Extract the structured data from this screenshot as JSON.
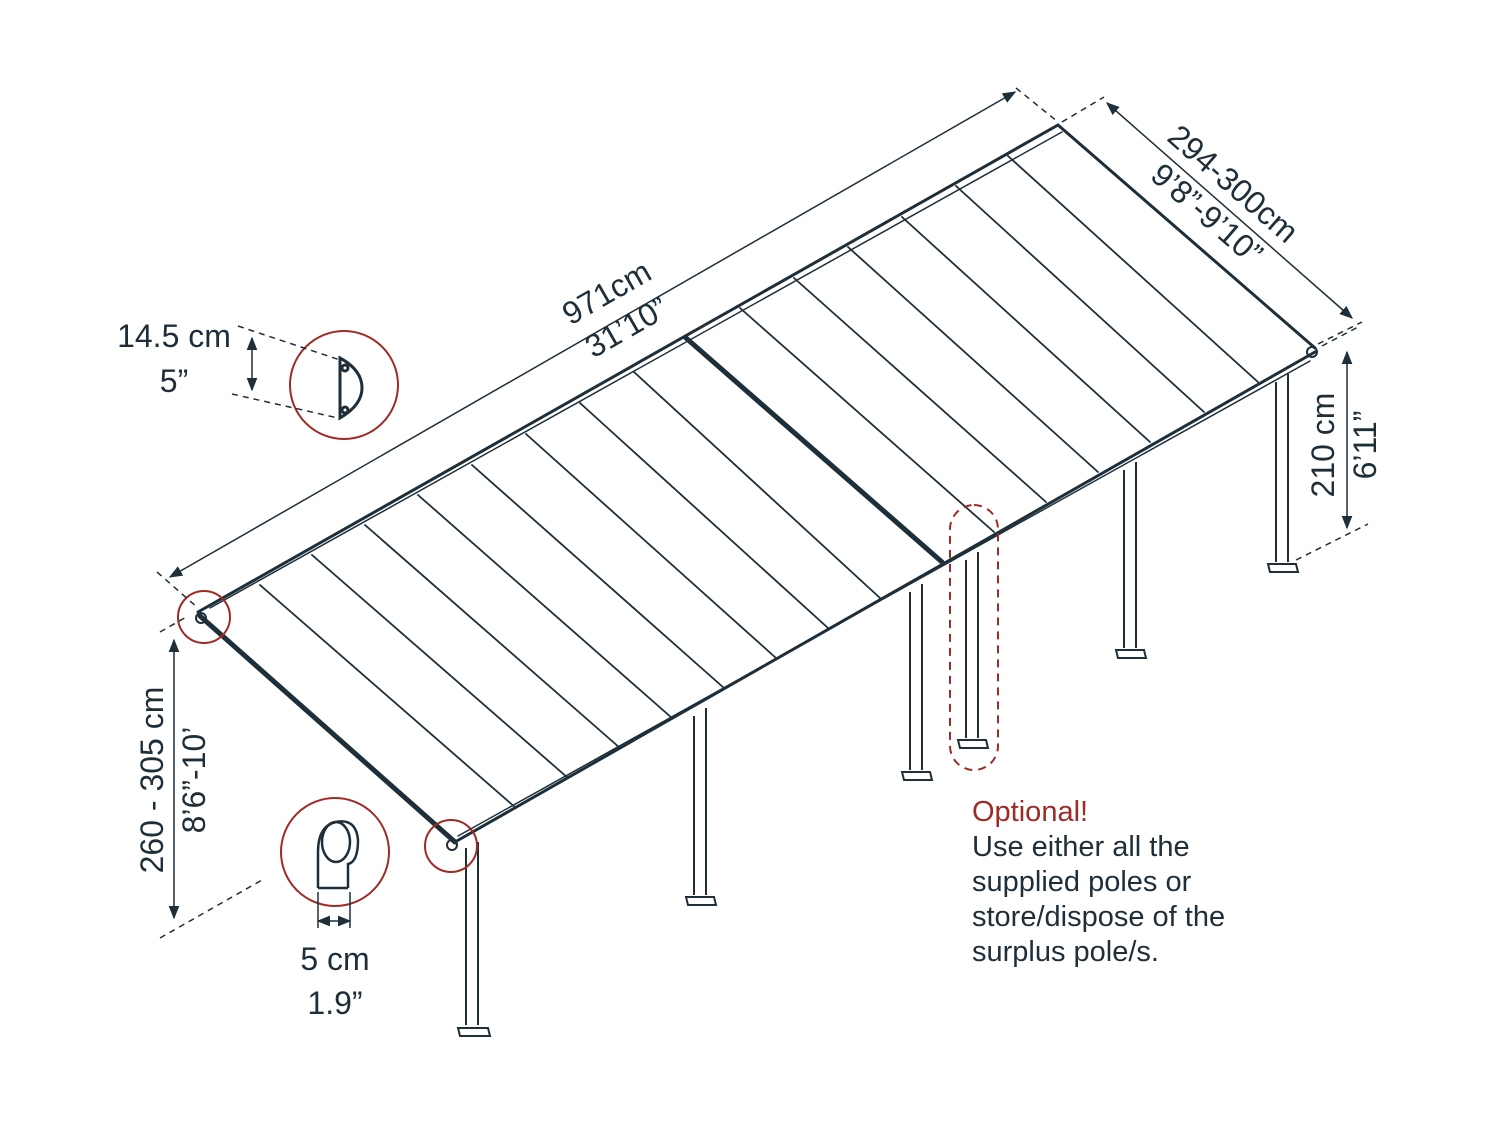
{
  "dimensions": {
    "length_metric": "971cm",
    "length_imperial": "31’10”",
    "width_metric": "294-300cm",
    "width_imperial": "9’8”-9’10”",
    "back_height_metric": "210 cm",
    "back_height_imperial": "6’11”",
    "front_height_metric": "260 - 305 cm",
    "front_height_imperial": "8’6”-10’",
    "gutter_metric": "14.5 cm",
    "gutter_imperial": "5”",
    "post_metric": "5 cm",
    "post_imperial": "1.9”"
  },
  "note": {
    "title": "Optional!",
    "lines": [
      "Use either all the",
      "supplied poles or",
      "store/dispose of the",
      "surplus pole/s."
    ]
  },
  "colors": {
    "line": "#1e2f3a",
    "highlight": "#9e2b25"
  }
}
